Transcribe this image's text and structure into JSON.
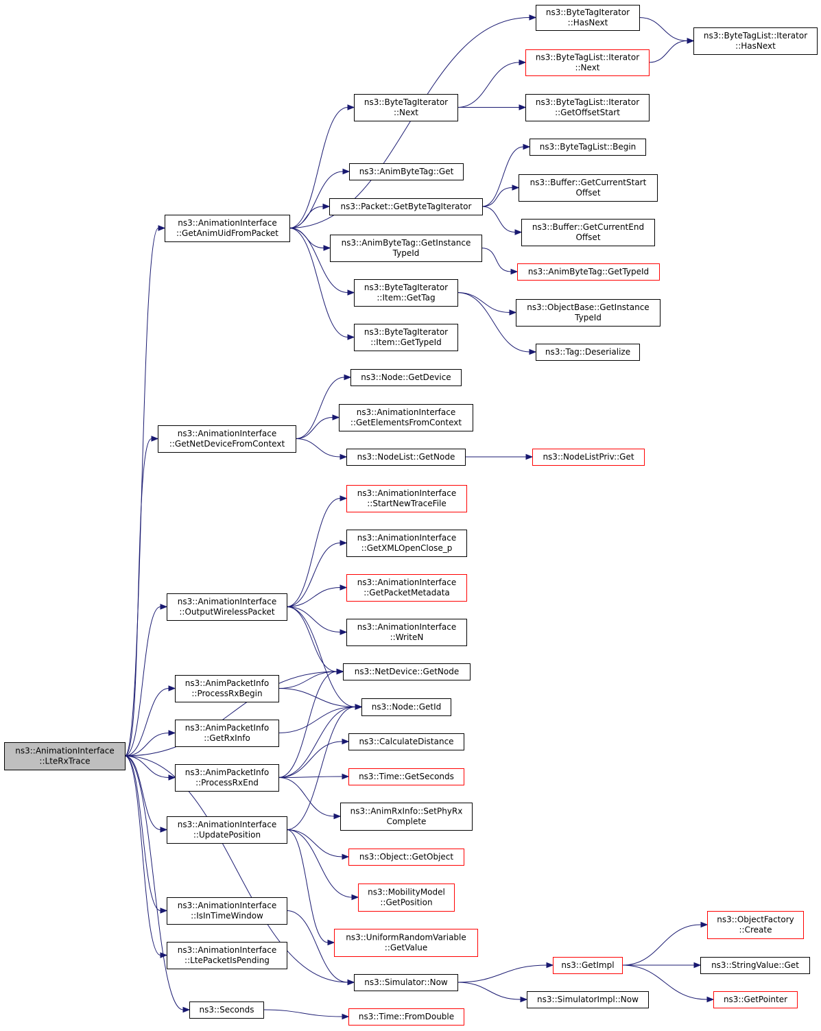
{
  "diagram": {
    "root": "n_root",
    "nodes": [
      {
        "id": "n_root",
        "lines": [
          "ns3::AnimationInterface",
          "::LteRxTrace"
        ],
        "style": "root"
      },
      {
        "id": "n_guid",
        "lines": [
          "ns3::AnimationInterface",
          "::GetAnimUidFromPacket"
        ],
        "style": "normal"
      },
      {
        "id": "n_gnd",
        "lines": [
          "ns3::AnimationInterface",
          "::GetNetDeviceFromContext"
        ],
        "style": "normal"
      },
      {
        "id": "n_owp",
        "lines": [
          "ns3::AnimationInterface",
          "::OutputWirelessPacket"
        ],
        "style": "normal"
      },
      {
        "id": "n_prb",
        "lines": [
          "ns3::AnimPacketInfo",
          "::ProcessRxBegin"
        ],
        "style": "normal"
      },
      {
        "id": "n_gri",
        "lines": [
          "ns3::AnimPacketInfo",
          "::GetRxInfo"
        ],
        "style": "normal"
      },
      {
        "id": "n_pre",
        "lines": [
          "ns3::AnimPacketInfo",
          "::ProcessRxEnd"
        ],
        "style": "normal"
      },
      {
        "id": "n_up",
        "lines": [
          "ns3::AnimationInterface",
          "::UpdatePosition"
        ],
        "style": "normal"
      },
      {
        "id": "n_itw",
        "lines": [
          "ns3::AnimationInterface",
          "::IsInTimeWindow"
        ],
        "style": "normal"
      },
      {
        "id": "n_lpp",
        "lines": [
          "ns3::AnimationInterface",
          "::LtePacketIsPending"
        ],
        "style": "normal"
      },
      {
        "id": "n_sec",
        "lines": [
          "ns3::Seconds"
        ],
        "style": "normal"
      },
      {
        "id": "n_bti_hn",
        "lines": [
          "ns3::ByteTagIterator",
          "::HasNext"
        ],
        "style": "normal"
      },
      {
        "id": "n_btl_hn",
        "lines": [
          "ns3::ByteTagList::Iterator",
          "::HasNext"
        ],
        "style": "normal"
      },
      {
        "id": "n_btl_nx",
        "lines": [
          "ns3::ByteTagList::Iterator",
          "::Next"
        ],
        "style": "red"
      },
      {
        "id": "n_bti_nx",
        "lines": [
          "ns3::ByteTagIterator",
          "::Next"
        ],
        "style": "normal"
      },
      {
        "id": "n_btl_gos",
        "lines": [
          "ns3::ByteTagList::Iterator",
          "::GetOffsetStart"
        ],
        "style": "normal"
      },
      {
        "id": "n_btl_beg",
        "lines": [
          "ns3::ByteTagList::Begin"
        ],
        "style": "normal"
      },
      {
        "id": "n_abt_get",
        "lines": [
          "ns3::AnimByteTag::Get"
        ],
        "style": "normal"
      },
      {
        "id": "n_buf_gcs",
        "lines": [
          "ns3::Buffer::GetCurrentStart",
          "Offset"
        ],
        "style": "normal"
      },
      {
        "id": "n_pkt_gbti",
        "lines": [
          "ns3::Packet::GetByteTagIterator"
        ],
        "style": "normal"
      },
      {
        "id": "n_buf_gce",
        "lines": [
          "ns3::Buffer::GetCurrentEnd",
          "Offset"
        ],
        "style": "normal"
      },
      {
        "id": "n_abt_git",
        "lines": [
          "ns3::AnimByteTag::GetInstance",
          "TypeId"
        ],
        "style": "normal"
      },
      {
        "id": "n_abt_gti",
        "lines": [
          "ns3::AnimByteTag::GetTypeId"
        ],
        "style": "red"
      },
      {
        "id": "n_bti_igt",
        "lines": [
          "ns3::ByteTagIterator",
          "::Item::GetTag"
        ],
        "style": "normal"
      },
      {
        "id": "n_ob_git",
        "lines": [
          "ns3::ObjectBase::GetInstance",
          "TypeId"
        ],
        "style": "normal"
      },
      {
        "id": "n_bti_igti",
        "lines": [
          "ns3::ByteTagIterator",
          "::Item::GetTypeId"
        ],
        "style": "normal"
      },
      {
        "id": "n_tag_des",
        "lines": [
          "ns3::Tag::Deserialize"
        ],
        "style": "normal"
      },
      {
        "id": "n_node_gd",
        "lines": [
          "ns3::Node::GetDevice"
        ],
        "style": "normal"
      },
      {
        "id": "n_ai_gefc",
        "lines": [
          "ns3::AnimationInterface",
          "::GetElementsFromContext"
        ],
        "style": "normal"
      },
      {
        "id": "n_nl_gn",
        "lines": [
          "ns3::NodeList::GetNode"
        ],
        "style": "normal"
      },
      {
        "id": "n_nlp_get",
        "lines": [
          "ns3::NodeListPriv::Get"
        ],
        "style": "red"
      },
      {
        "id": "n_ai_sntf",
        "lines": [
          "ns3::AnimationInterface",
          "::StartNewTraceFile"
        ],
        "style": "red"
      },
      {
        "id": "n_ai_gxoc",
        "lines": [
          "ns3::AnimationInterface",
          "::GetXMLOpenClose_p"
        ],
        "style": "normal"
      },
      {
        "id": "n_ai_gpm",
        "lines": [
          "ns3::AnimationInterface",
          "::GetPacketMetadata"
        ],
        "style": "red"
      },
      {
        "id": "n_ai_wn",
        "lines": [
          "ns3::AnimationInterface",
          "::WriteN"
        ],
        "style": "normal"
      },
      {
        "id": "n_nd_gn",
        "lines": [
          "ns3::NetDevice::GetNode"
        ],
        "style": "normal"
      },
      {
        "id": "n_node_gid",
        "lines": [
          "ns3::Node::GetId"
        ],
        "style": "normal"
      },
      {
        "id": "n_cd",
        "lines": [
          "ns3::CalculateDistance"
        ],
        "style": "normal"
      },
      {
        "id": "n_time_gs",
        "lines": [
          "ns3::Time::GetSeconds"
        ],
        "style": "red"
      },
      {
        "id": "n_arx_spc",
        "lines": [
          "ns3::AnimRxInfo::SetPhyRx",
          "Complete"
        ],
        "style": "normal"
      },
      {
        "id": "n_obj_go",
        "lines": [
          "ns3::Object::GetObject"
        ],
        "style": "red"
      },
      {
        "id": "n_mm_gp",
        "lines": [
          "ns3::MobilityModel",
          "::GetPosition"
        ],
        "style": "red"
      },
      {
        "id": "n_urv_gv",
        "lines": [
          "ns3::UniformRandomVariable",
          "::GetValue"
        ],
        "style": "red"
      },
      {
        "id": "n_sim_now",
        "lines": [
          "ns3::Simulator::Now"
        ],
        "style": "normal"
      },
      {
        "id": "n_time_fd",
        "lines": [
          "ns3::Time::FromDouble"
        ],
        "style": "red"
      },
      {
        "id": "n_getimpl",
        "lines": [
          "ns3::GetImpl"
        ],
        "style": "red"
      },
      {
        "id": "n_simimpl_now",
        "lines": [
          "ns3::SimulatorImpl::Now"
        ],
        "style": "normal"
      },
      {
        "id": "n_of_create",
        "lines": [
          "ns3::ObjectFactory",
          "::Create"
        ],
        "style": "red"
      },
      {
        "id": "n_sv_get",
        "lines": [
          "ns3::StringValue::Get"
        ],
        "style": "normal"
      },
      {
        "id": "n_getptr",
        "lines": [
          "ns3::GetPointer"
        ],
        "style": "red"
      }
    ],
    "edges": [
      [
        "n_root",
        "n_guid"
      ],
      [
        "n_root",
        "n_gnd"
      ],
      [
        "n_root",
        "n_owp"
      ],
      [
        "n_root",
        "n_nd_gn"
      ],
      [
        "n_root",
        "n_prb"
      ],
      [
        "n_root",
        "n_gri"
      ],
      [
        "n_root",
        "n_pre"
      ],
      [
        "n_root",
        "n_up"
      ],
      [
        "n_root",
        "n_itw"
      ],
      [
        "n_root",
        "n_lpp"
      ],
      [
        "n_root",
        "n_sim_now"
      ],
      [
        "n_root",
        "n_sec"
      ],
      [
        "n_guid",
        "n_bti_hn"
      ],
      [
        "n_guid",
        "n_bti_nx"
      ],
      [
        "n_guid",
        "n_abt_get"
      ],
      [
        "n_guid",
        "n_pkt_gbti"
      ],
      [
        "n_guid",
        "n_abt_git"
      ],
      [
        "n_guid",
        "n_bti_igt"
      ],
      [
        "n_guid",
        "n_bti_igti"
      ],
      [
        "n_bti_hn",
        "n_btl_hn"
      ],
      [
        "n_btl_nx",
        "n_btl_hn"
      ],
      [
        "n_bti_nx",
        "n_btl_nx"
      ],
      [
        "n_bti_nx",
        "n_btl_gos"
      ],
      [
        "n_pkt_gbti",
        "n_btl_beg"
      ],
      [
        "n_pkt_gbti",
        "n_buf_gcs"
      ],
      [
        "n_pkt_gbti",
        "n_buf_gce"
      ],
      [
        "n_abt_git",
        "n_abt_gti"
      ],
      [
        "n_bti_igt",
        "n_ob_git"
      ],
      [
        "n_bti_igt",
        "n_tag_des"
      ],
      [
        "n_gnd",
        "n_node_gd"
      ],
      [
        "n_gnd",
        "n_ai_gefc"
      ],
      [
        "n_gnd",
        "n_nl_gn"
      ],
      [
        "n_nl_gn",
        "n_nlp_get"
      ],
      [
        "n_owp",
        "n_ai_sntf"
      ],
      [
        "n_owp",
        "n_ai_gxoc"
      ],
      [
        "n_owp",
        "n_ai_gpm"
      ],
      [
        "n_owp",
        "n_ai_wn"
      ],
      [
        "n_owp",
        "n_nd_gn"
      ],
      [
        "n_owp",
        "n_node_gid"
      ],
      [
        "n_prb",
        "n_nd_gn"
      ],
      [
        "n_prb",
        "n_node_gid"
      ],
      [
        "n_gri",
        "n_node_gid"
      ],
      [
        "n_pre",
        "n_nd_gn"
      ],
      [
        "n_pre",
        "n_node_gid"
      ],
      [
        "n_pre",
        "n_cd"
      ],
      [
        "n_pre",
        "n_time_gs"
      ],
      [
        "n_pre",
        "n_arx_spc"
      ],
      [
        "n_up",
        "n_node_gid"
      ],
      [
        "n_up",
        "n_obj_go"
      ],
      [
        "n_up",
        "n_mm_gp"
      ],
      [
        "n_up",
        "n_urv_gv"
      ],
      [
        "n_itw",
        "n_sim_now"
      ],
      [
        "n_sec",
        "n_time_fd"
      ],
      [
        "n_sim_now",
        "n_getimpl"
      ],
      [
        "n_sim_now",
        "n_simimpl_now"
      ],
      [
        "n_getimpl",
        "n_of_create"
      ],
      [
        "n_getimpl",
        "n_sv_get"
      ],
      [
        "n_getimpl",
        "n_getptr"
      ]
    ]
  }
}
